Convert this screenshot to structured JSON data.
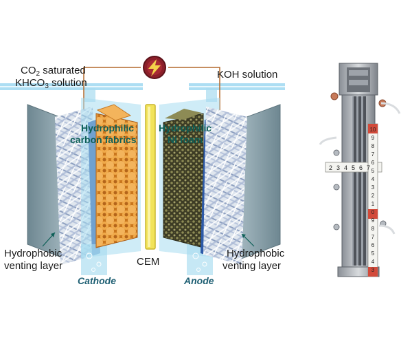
{
  "labels": {
    "co2_line1_prefix": "CO",
    "co2_line1_sub": "2",
    "co2_line1_suffix": " saturated",
    "khco3_prefix": "KHCO",
    "khco3_sub": "3",
    "khco3_suffix": " solution",
    "koh": "KOH solution",
    "hydrophilic_carbon_1": "Hydrophilic",
    "hydrophilic_carbon_2": "carbon fabrics",
    "hydrophilic_ni_1": "Hydrophilic",
    "hydrophilic_ni_2": "Ni foam",
    "venting_left_1": "Hydrophobic",
    "venting_left_2": "venting layer",
    "venting_right_1": "Hydrophobic",
    "venting_right_2": "venting layer",
    "cem": "CEM",
    "cathode": "Cathode",
    "anode": "Anode"
  },
  "ruler": {
    "horizontal_numbers": [
      "2",
      "3",
      "4",
      "5",
      "6",
      "7"
    ],
    "vertical_numbers": [
      "10",
      "9",
      "8",
      "7",
      "6",
      "5",
      "4",
      "3",
      "2",
      "1",
      "0",
      "9",
      "8",
      "7",
      "6",
      "5",
      "4",
      "3"
    ]
  },
  "colors": {
    "plate": "#8aa1aa",
    "water": "#9fd6ee",
    "carbon_fabric": "#e59a3a",
    "ni_foam": "#6b6a3a",
    "cem": "#f2e35a",
    "power_icon": "#8c1f2a",
    "text_accent": "#0d5f57"
  },
  "icons": {
    "power": "lightning-icon"
  }
}
